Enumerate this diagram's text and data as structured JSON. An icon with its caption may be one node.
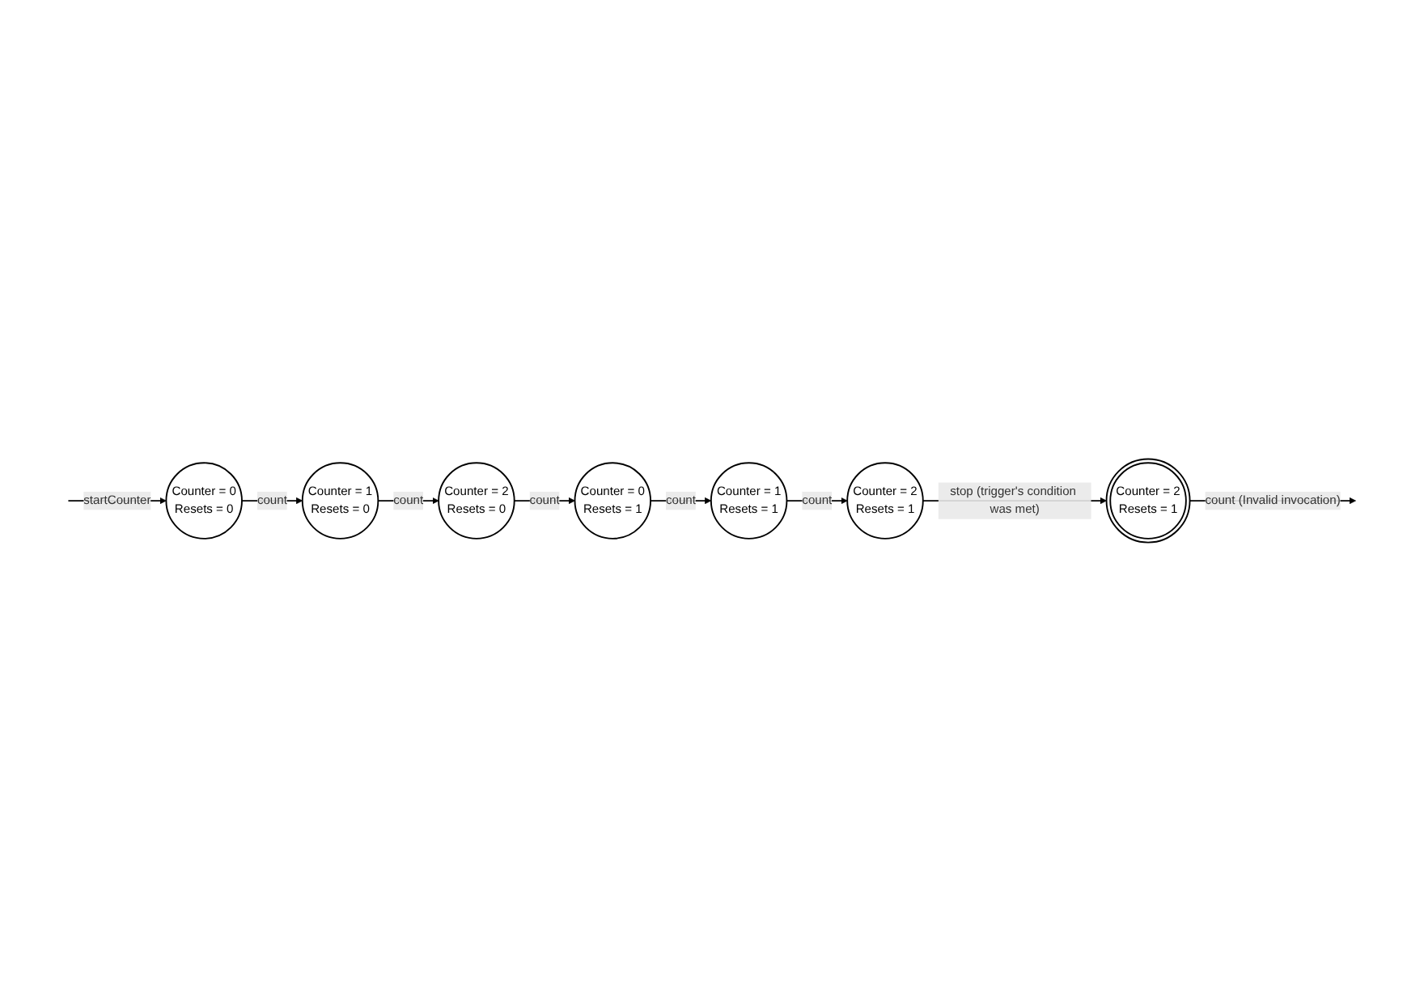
{
  "diagram": {
    "nodes": [
      {
        "text": [
          "Counter = 0",
          "Resets = 0"
        ]
      },
      {
        "text": [
          "Counter = 1",
          "Resets = 0"
        ]
      },
      {
        "text": [
          "Counter = 2",
          "Resets = 0"
        ]
      },
      {
        "text": [
          "Counter = 0",
          "Resets = 1"
        ]
      },
      {
        "text": [
          "Counter = 1",
          "Resets = 1"
        ]
      },
      {
        "text": [
          "Counter = 2",
          "Resets = 1"
        ]
      },
      {
        "text": [
          "Counter = 2",
          "Resets = 1"
        ]
      }
    ],
    "edges": [
      {
        "from": null,
        "to": 0,
        "arrow": "to",
        "label": "startCounter"
      },
      {
        "from": 0,
        "to": 1,
        "arrow": "to",
        "label": "count"
      },
      {
        "from": 1,
        "to": 2,
        "arrow": "to",
        "label": "count"
      },
      {
        "from": 2,
        "to": 3,
        "arrow": "to",
        "label": "count"
      },
      {
        "from": 3,
        "to": 4,
        "arrow": "to",
        "label": "count"
      },
      {
        "from": 4,
        "to": 5,
        "arrow": "to",
        "label": "count"
      },
      {
        "from": 5,
        "to": 6,
        "arrow": "to",
        "label": "stop (trigger's condition was met)"
      },
      {
        "from": 6,
        "to": null,
        "arrow": "to",
        "label": "count (Invalid invocation)"
      }
    ]
  }
}
